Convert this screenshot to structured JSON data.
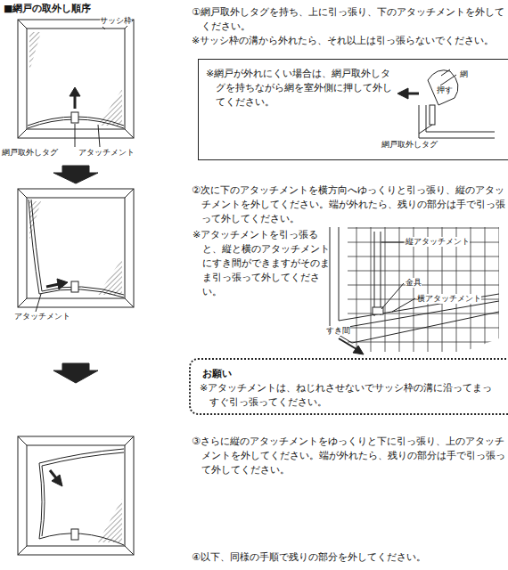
{
  "diagram": {
    "title": "■網戸の取外し順序",
    "nodes": [
      {
        "text": [
          "※網戸が外れにくい場合は、網戸取外しタグを持ちながら網を室外側に押して外してください。"
        ]
      },
      {
        "text": [
          "お願い",
          "※アタッチメントは、ねじれさせないでサッシ枠の溝に沿ってまっすぐ引っ張ってください。"
        ]
      }
    ],
    "labels": [
      "サッシ枠",
      "網戸取外しタグ",
      "アタッチメント",
      "①網戸取外しタグを持ち、上に引っ張り、下のアタッチメントを外してください。",
      "※サッシ枠の溝から外れたら、それ以上は引っ張らないでください。",
      "網",
      "押す",
      "網戸取外しタグ",
      "②次に下のアタッチメントを横方向へゆっくりと引っ張り、縦のアタッチメントを外してください。端が外れたら、残りの部分は手で引っ張って外してください。",
      "※アタッチメントを引っ張ると、縦と横のアタッチメントにすき間ができますがそのまま引っ張って外してください。",
      "縦アタッチメント",
      "金具",
      "横アタッチメント",
      "すき間",
      "アタッチメント",
      "③さらに縦のアタッチメントをゆっくりと下に引っ張り、上のアタッチメントを外してください。端が外れたら、残りの部分は手で引っ張って外してください。",
      "④以下、同様の手順で残りの部分を外してください。"
    ]
  }
}
